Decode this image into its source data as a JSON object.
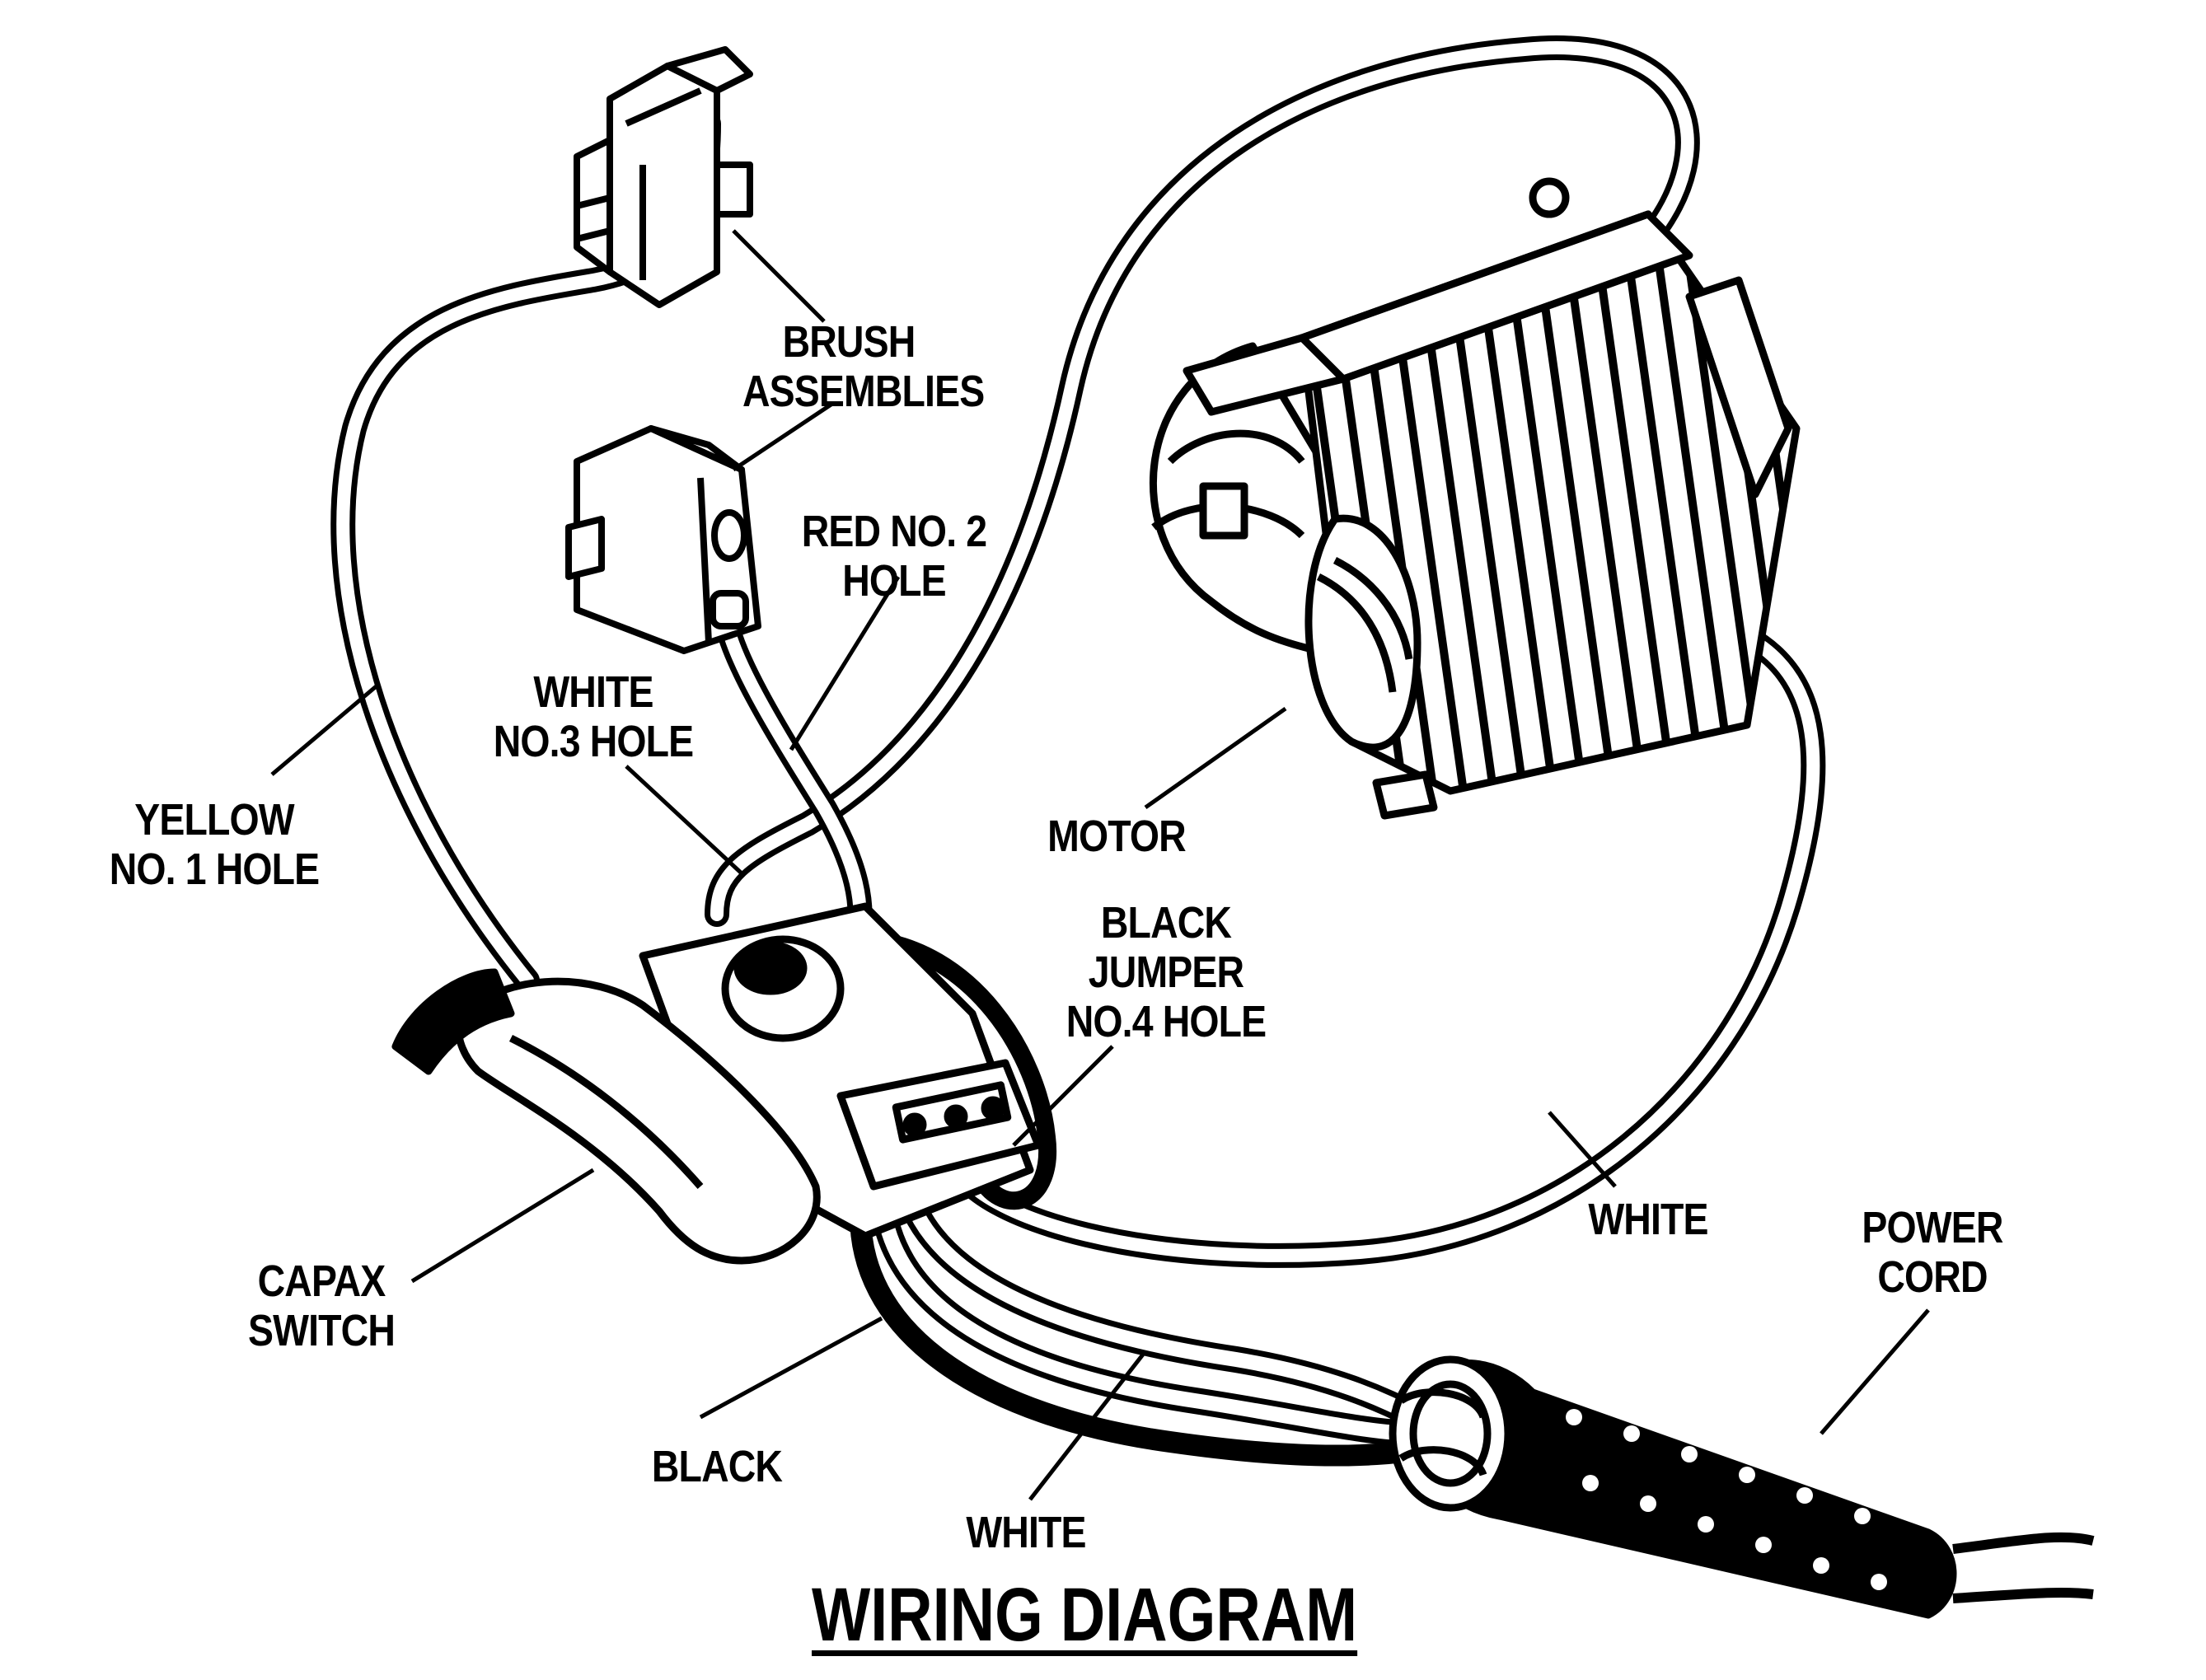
{
  "title": "WIRING DIAGRAM",
  "labels": {
    "brush_assemblies": "BRUSH\nASSEMBLIES",
    "red_no2_hole": "RED NO. 2\nHOLE",
    "white_no3_hole": "WHITE\nNO.3 HOLE",
    "yellow_no1_hole": "YELLOW\nNO. 1 HOLE",
    "motor": "MOTOR",
    "black_jumper": "BLACK\nJUMPER\nNO.4 HOLE",
    "capax_switch": "CAPAX\nSWITCH",
    "white_right": "WHITE",
    "power_cord": "POWER\nCORD",
    "black": "BLACK",
    "white_bottom": "WHITE"
  },
  "colors": {
    "ink": "#000000",
    "paper": "#ffffff"
  }
}
